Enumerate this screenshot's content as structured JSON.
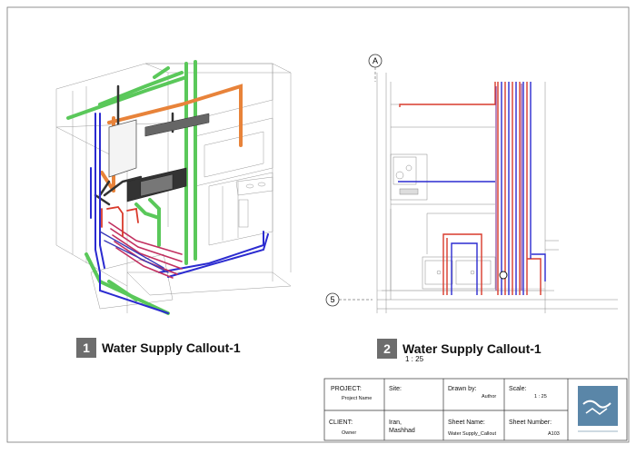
{
  "views": [
    {
      "number": "1",
      "title": "Water Supply Callout-1"
    },
    {
      "number": "2",
      "title": "Water Supply Callout-1",
      "scale": "1 : 25"
    }
  ],
  "grid": {
    "a": "A",
    "five": "5"
  },
  "title_block": {
    "project_label": "PROJECT:",
    "project_value": "Project Name",
    "site_label": "Site:",
    "drawn_label": "Drawn by:",
    "drawn_value": "Author",
    "scale_label": "Scale:",
    "scale_value": "1 : 25",
    "client_label": "CLIENT:",
    "client_value": "Owner",
    "site_value_1": "Iran,",
    "site_value_2": "Mashhad",
    "sheet_name_label": "Sheet Name:",
    "sheet_name_value": "Water Supply_Callout",
    "sheet_number_label": "Sheet Number:",
    "sheet_number_value": "A103"
  },
  "colors": {
    "hot": "#d93a2b",
    "cold": "#2b2bd0",
    "waste": "#5ac85a",
    "vent": "#e8833a"
  }
}
